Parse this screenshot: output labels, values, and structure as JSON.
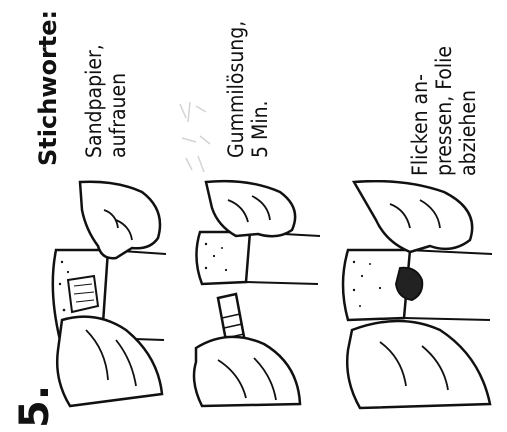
{
  "step_number": "5.",
  "heading": "Stichworte:",
  "captions": [
    {
      "line1": "Sandpapier,",
      "line2": "aufrauen",
      "line3": ""
    },
    {
      "line1": "Gummilösung,",
      "line2": "5 Min.",
      "line3": ""
    },
    {
      "line1": "Flicken an-",
      "line2": "pressen, Folie",
      "line3": "abziehen"
    }
  ],
  "icons": [
    "hand-sandpaper-illustration",
    "hand-glue-tube-illustration",
    "hand-press-patch-illustration"
  ]
}
